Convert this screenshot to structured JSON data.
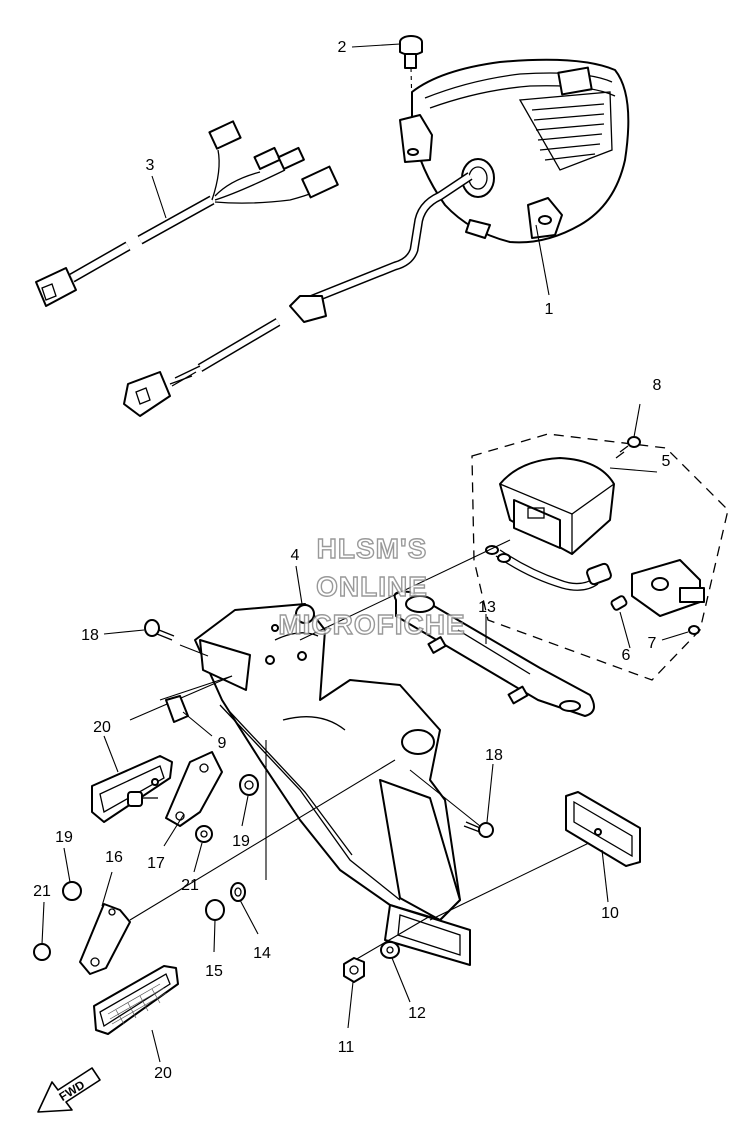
{
  "watermark": {
    "line1": "HLSM'S",
    "line2": "ONLINE",
    "line3": "MICROFICHE"
  },
  "direction_arrow": {
    "label": "FWD"
  },
  "callouts": [
    {
      "id": "c2",
      "text": "2"
    },
    {
      "id": "c3",
      "text": "3"
    },
    {
      "id": "c1",
      "text": "1"
    },
    {
      "id": "c8",
      "text": "8"
    },
    {
      "id": "c5",
      "text": "5"
    },
    {
      "id": "c4",
      "text": "4"
    },
    {
      "id": "c18a",
      "text": "18"
    },
    {
      "id": "c13",
      "text": "13"
    },
    {
      "id": "c6",
      "text": "6"
    },
    {
      "id": "c7",
      "text": "7"
    },
    {
      "id": "c9",
      "text": "9"
    },
    {
      "id": "c20a",
      "text": "20"
    },
    {
      "id": "c18b",
      "text": "18"
    },
    {
      "id": "c19a",
      "text": "19"
    },
    {
      "id": "c17",
      "text": "17"
    },
    {
      "id": "c21a",
      "text": "21"
    },
    {
      "id": "c19b",
      "text": "19"
    },
    {
      "id": "c16",
      "text": "16"
    },
    {
      "id": "c21b",
      "text": "21"
    },
    {
      "id": "c10",
      "text": "10"
    },
    {
      "id": "c15",
      "text": "15"
    },
    {
      "id": "c14",
      "text": "14"
    },
    {
      "id": "c12",
      "text": "12"
    },
    {
      "id": "c11",
      "text": "11"
    },
    {
      "id": "c20b",
      "text": "20"
    }
  ]
}
